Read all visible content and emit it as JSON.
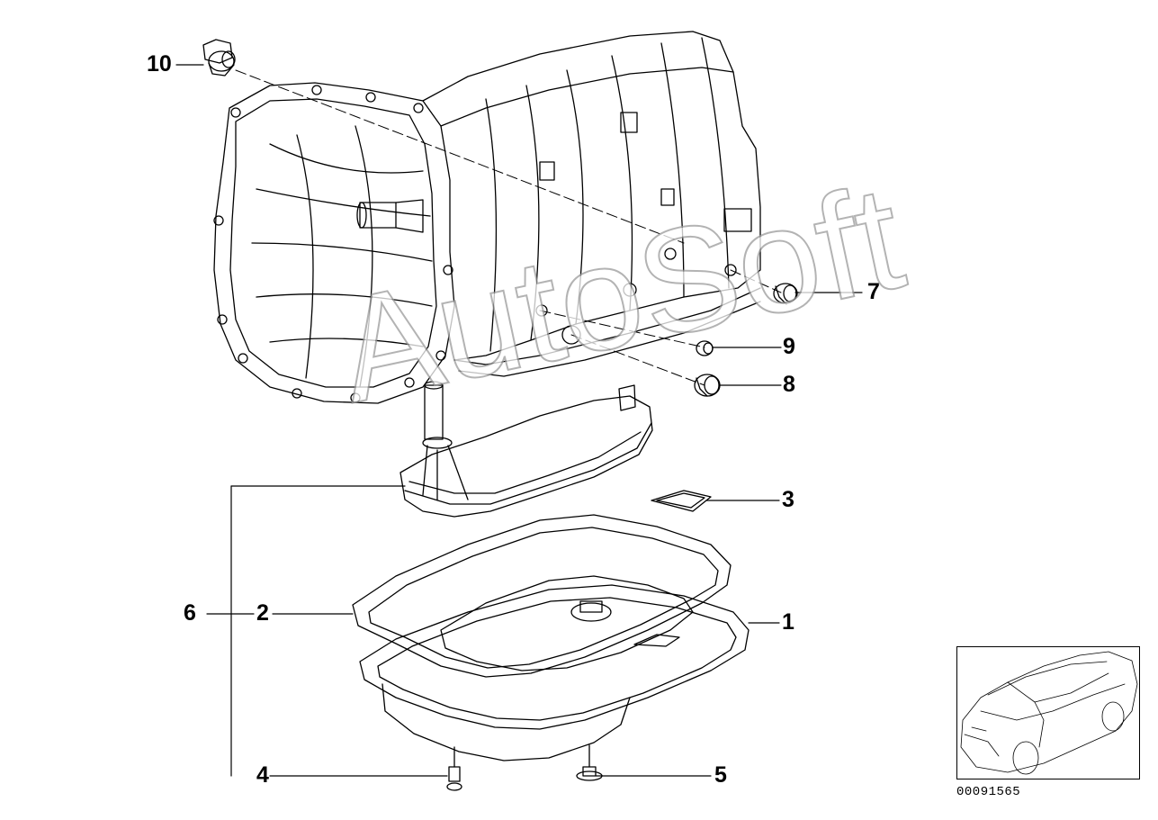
{
  "diagram": {
    "callouts": {
      "c1": "1",
      "c2": "2",
      "c3": "3",
      "c4": "4",
      "c5": "5",
      "c6": "6",
      "c7": "7",
      "c8": "8",
      "c9": "9",
      "c10": "10"
    },
    "watermark": "AutoSoft",
    "reference_code": "00091565"
  }
}
